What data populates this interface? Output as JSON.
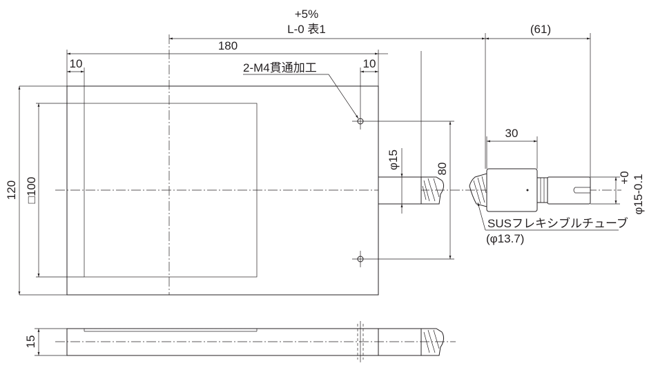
{
  "drawing": {
    "length_dim": {
      "tolerance": "+5%",
      "label": "L-0 表1"
    },
    "offset_dim": "(61)",
    "width_dim": "180",
    "edge_left_dim": "10",
    "edge_right_dim": "10",
    "hole_note": "2-M4貫通加工",
    "height_dim": "120",
    "square_dim": "□100",
    "hole_pitch_dim": "80",
    "shaft_dia_dim": "φ15",
    "coupling_len_dim": "30",
    "tube_note": "SUSフレキシブルチューブ",
    "tube_dia": "(φ13.7)",
    "output_shaft_tol": "+0",
    "output_shaft_dim": "φ15-0.1",
    "thickness_dim": "15"
  },
  "colors": {
    "line": "#231f20",
    "background": "#ffffff"
  }
}
